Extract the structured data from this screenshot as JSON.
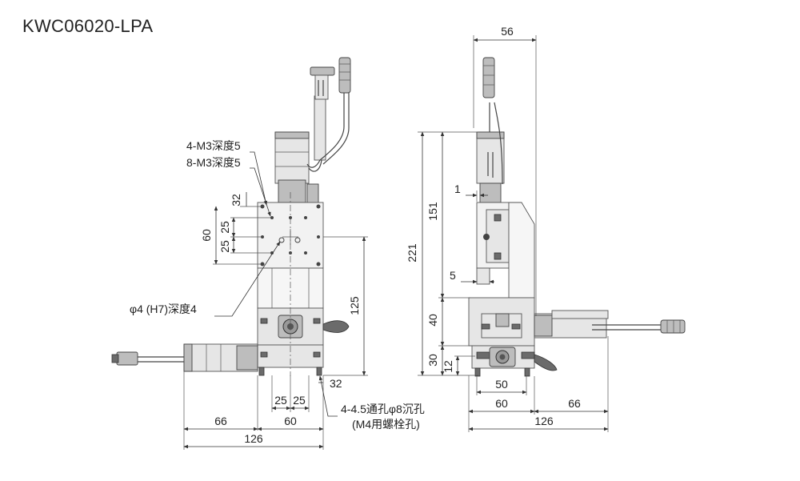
{
  "title": "KWC06020-LPA",
  "front_view": {
    "callout_tap1": "4-M3深度5",
    "callout_tap2": "8-M3深度5",
    "callout_pin": "φ4 (H7)深度4",
    "callout_thru1": "4-4.5通孔φ8沉孔",
    "callout_thru2": "(M4用螺栓孔)",
    "dim_32_top": "32",
    "dim_25_a": "25",
    "dim_60_v": "60",
    "dim_25_b": "25",
    "dim_125": "125",
    "dim_32_bottom": "32",
    "dim_25_c": "25",
    "dim_25_d": "25",
    "dim_66": "66",
    "dim_60_h": "60",
    "dim_126": "126"
  },
  "side_view": {
    "dim_56": "56",
    "dim_221": "221",
    "dim_151": "151",
    "dim_1": "1",
    "dim_5": "5",
    "dim_40": "40",
    "dim_30": "30",
    "dim_12": "12",
    "dim_50": "50",
    "dim_60": "60",
    "dim_66": "66",
    "dim_126": "126"
  }
}
